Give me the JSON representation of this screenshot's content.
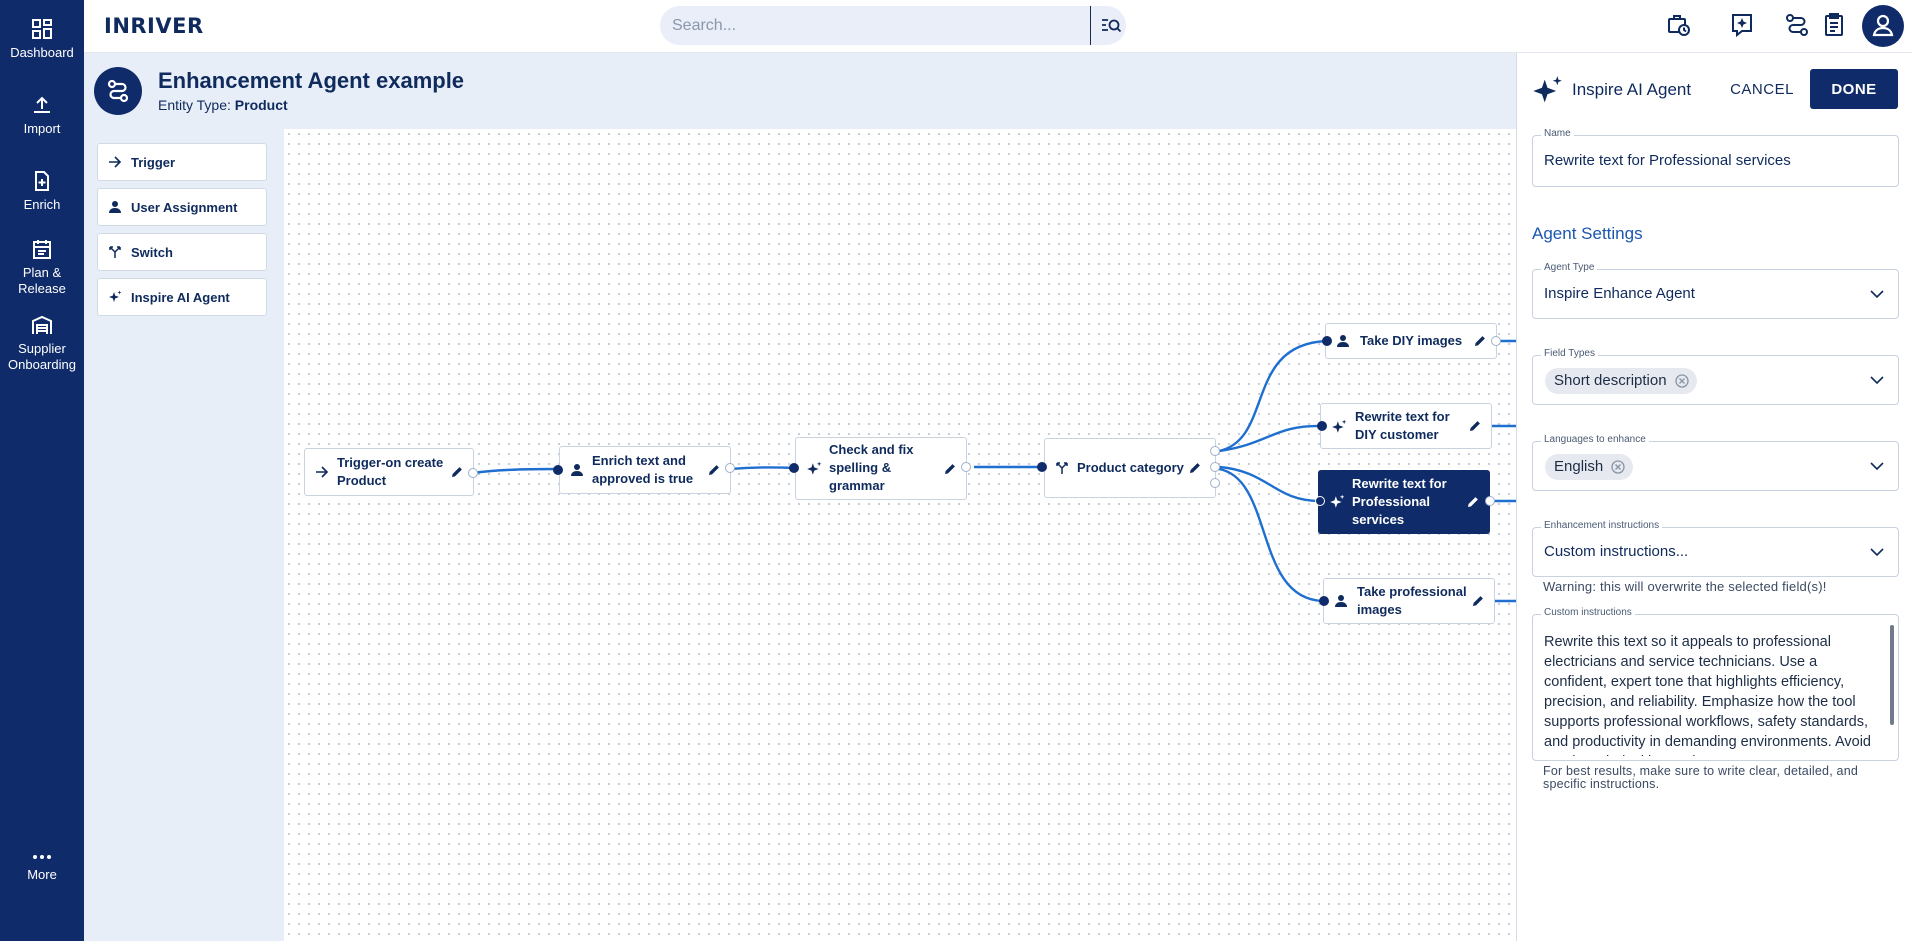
{
  "nav": {
    "items": [
      {
        "label": "Dashboard",
        "icon": "dashboard-icon"
      },
      {
        "label": "Import",
        "icon": "upload-icon"
      },
      {
        "label": "Enrich",
        "icon": "document-plus-icon"
      },
      {
        "label": "Plan &",
        "label2": "Release",
        "icon": "calendar-icon"
      },
      {
        "label": "Supplier",
        "label2": "Onboarding",
        "icon": "warehouse-icon"
      }
    ],
    "more_label": "More"
  },
  "header": {
    "logo": "INRIVER",
    "search_placeholder": "Search...",
    "icons": [
      "briefcase-clock-icon",
      "sparkle-box-icon",
      "workflow-icon",
      "clipboard-icon",
      "user-icon"
    ]
  },
  "page": {
    "title": "Enhancement Agent example",
    "entity_type_label": "Entity Type:",
    "entity_type_value": "Product"
  },
  "palette": {
    "items": [
      {
        "label": "Trigger",
        "icon": "arrow-right-icon"
      },
      {
        "label": "User Assignment",
        "icon": "person-icon"
      },
      {
        "label": "Switch",
        "icon": "switch-icon"
      },
      {
        "label": "Inspire AI Agent",
        "icon": "sparkle-icon"
      }
    ]
  },
  "workflow": {
    "nodes": {
      "trigger": {
        "line1": "Trigger-on create",
        "line2": "Product"
      },
      "enrich": {
        "line1": "Enrich text and",
        "line2": "approved is true"
      },
      "check": {
        "line1": "Check and fix",
        "line2": "spelling &",
        "line3": "grammar"
      },
      "category": {
        "line1": "Product category"
      },
      "diy_images": {
        "line1": "Take DIY images"
      },
      "diy_rewrite": {
        "line1": "Rewrite text for",
        "line2": "DIY customer"
      },
      "pro_rewrite": {
        "line1": "Rewrite text for",
        "line2": "Professional",
        "line3": "services"
      },
      "pro_images": {
        "line1": "Take professional",
        "line2": "images"
      }
    }
  },
  "panel": {
    "title": "Inspire AI Agent",
    "cancel": "CANCEL",
    "done": "DONE",
    "name_label": "Name",
    "name_value": "Rewrite text for Professional services",
    "settings_title": "Agent Settings",
    "agent_type_label": "Agent Type",
    "agent_type_value": "Inspire Enhance Agent",
    "field_types_label": "Field Types",
    "field_types_chip": "Short description",
    "languages_label": "Languages to enhance",
    "languages_chip": "English",
    "instructions_label": "Enhancement instructions",
    "instructions_value": "Custom instructions...",
    "warning": "Warning: this will overwrite the selected field(s)!",
    "custom_label": "Custom instructions",
    "custom_text": "Rewrite this text so it appeals to professional electricians and service technicians. Use a confident, expert tone that highlights efficiency, precision, and reliability. Emphasize how the tool supports professional workflows, safety standards, and productivity in demanding environments. Avoid overly technical jargon but",
    "helper": "For best results, make sure to write clear, detailed, and specific instructions."
  },
  "colors": {
    "nav_bg": "#0f2b6a",
    "accent": "#1a56b0",
    "wire": "#1f6fd0",
    "canvas_bg": "#e8eef8"
  }
}
